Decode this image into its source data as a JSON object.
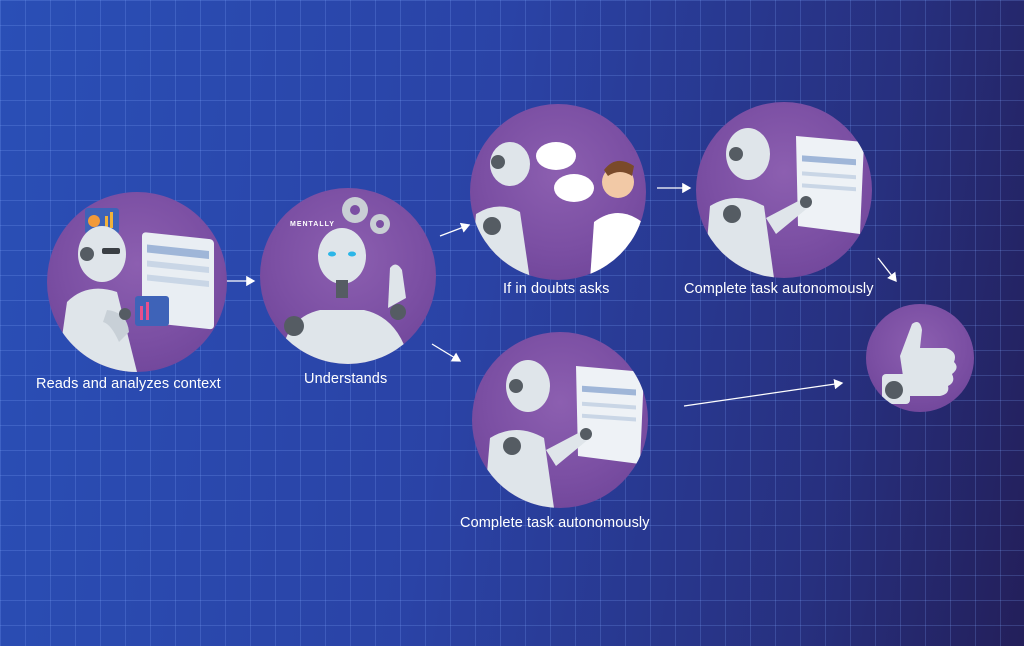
{
  "steps": [
    {
      "id": "read",
      "label": "Reads and analyzes context"
    },
    {
      "id": "understand",
      "label": "Understands"
    },
    {
      "id": "ask",
      "label": "If in doubts asks"
    },
    {
      "id": "complete_top",
      "label": "Complete task autonomously"
    },
    {
      "id": "complete_bottom",
      "label": "Complete task autonomously"
    },
    {
      "id": "done",
      "label": ""
    }
  ],
  "brand": "MENTALLY",
  "colors": {
    "background_left": "#2a4fb6",
    "background_right": "#231f5a",
    "circle": "#7b4fa3",
    "robot": "#dfe5ea",
    "text": "#ffffff"
  }
}
